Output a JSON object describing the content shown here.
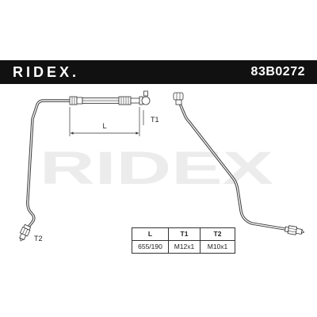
{
  "header": {
    "brand_logo": "RIDEX.",
    "part_number": "83B0272"
  },
  "watermark": "RIDEX",
  "drawing": {
    "label_length": "L",
    "label_thread_1": "T1",
    "label_thread_2": "T2"
  },
  "spec_table": {
    "columns": [
      "L",
      "T1",
      "T2"
    ],
    "rows": [
      [
        "655/190",
        "M12x1",
        "M10x1"
      ]
    ]
  },
  "colors": {
    "header_bg": "#111111",
    "header_text": "#ffffff",
    "line": "#3a3a3a",
    "watermark": "#ececec"
  }
}
